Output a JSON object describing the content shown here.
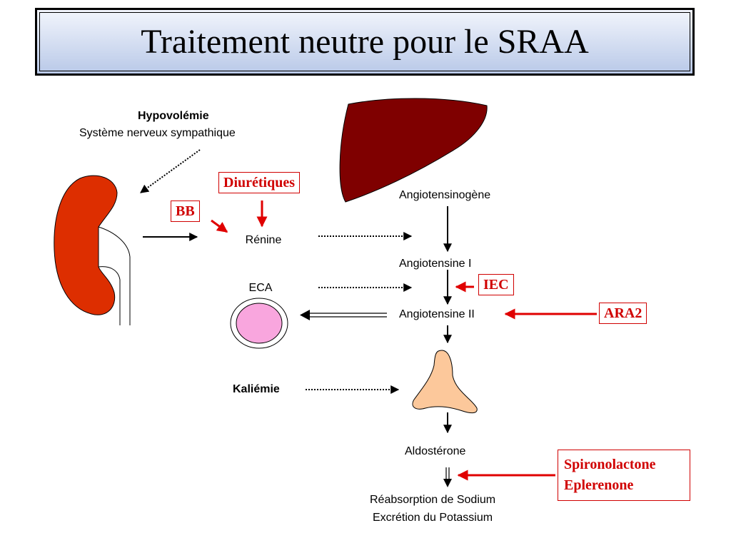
{
  "title": "Traitement neutre pour le SRAA",
  "labels": {
    "hypovolemie": "Hypovolémie",
    "systeme": "Système nerveux sympathique",
    "renine": "Rénine",
    "eca": "ECA",
    "kaliemie": "Kaliémie",
    "angiotensinogene": "Angiotensinogène",
    "angiotensine1": "Angiotensine I",
    "angiotensine2": "Angiotensine II",
    "aldosterone": "Aldostérone",
    "reabsorption": "Réabsorption de Sodium",
    "excretion": "Excrétion du Potassium"
  },
  "drugs": {
    "diuretiques": "Diurétiques",
    "bb": "BB",
    "iec": "IEC",
    "ara2": "ARA2",
    "spironolactone": "Spironolactone",
    "eplerenone": "Eplerenone"
  },
  "colors": {
    "drug_red": "#d00000",
    "kidney": "#dd2e00",
    "liver": "#7f0000",
    "adrenal": "#fcc89b",
    "cell": "#f9a6de",
    "title_top": "#f2f5fc",
    "title_bottom": "#b9c9e8"
  },
  "icons": [
    "kidney-icon",
    "liver-icon",
    "adrenal-gland-icon",
    "cell-icon"
  ]
}
